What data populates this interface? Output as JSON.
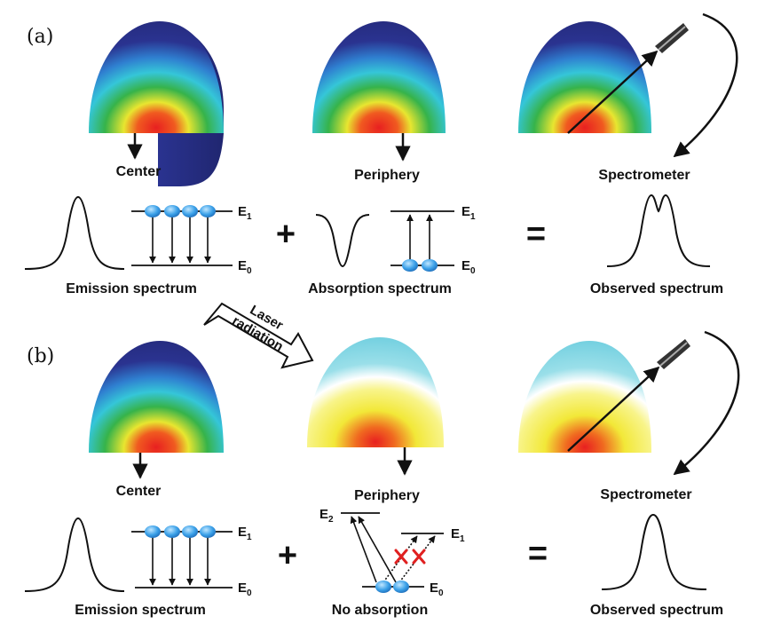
{
  "panels": {
    "a": {
      "label": "(a)",
      "center": "Center",
      "periphery": "Periphery",
      "spectrometer": "Spectrometer",
      "emission": "Emission spectrum",
      "absorption": "Absorption spectrum",
      "observed": "Observed spectrum"
    },
    "b": {
      "label": "(b)",
      "center": "Center",
      "periphery": "Periphery",
      "spectrometer": "Spectrometer",
      "emission": "Emission spectrum",
      "absorption": "No absorption",
      "observed": "Observed spectrum"
    }
  },
  "levels": {
    "upper": "E",
    "upper_sub": "1",
    "lower": "E",
    "lower_sub": "0",
    "excited": "E",
    "excited_sub": "2"
  },
  "operators": {
    "plus": "+",
    "equals": "="
  },
  "laser": {
    "line1": "Laser",
    "line2": "radiation"
  },
  "colors": {
    "plasma_outer": "#2a3390",
    "plasma_blue": "#2f7fd0",
    "plasma_cyan": "#35c6d8",
    "plasma_green": "#36b34a",
    "plasma_yellow": "#e8e630",
    "plasma_core": "#e82020",
    "depleted_outer": "#74d0e0",
    "atom": "#3aa0e8",
    "cross": "#e02020"
  }
}
